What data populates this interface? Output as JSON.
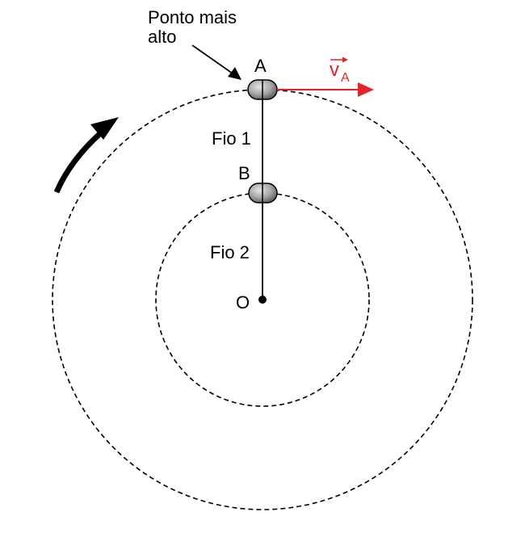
{
  "labels": {
    "top_point_line1": "Ponto mais",
    "top_point_line2": "alto",
    "point_a": "A",
    "point_b": "B",
    "point_o": "O",
    "wire_1": "Fio 1",
    "wire_2": "Fio 2",
    "velocity_symbol": "v",
    "velocity_subscript": "A"
  },
  "colors": {
    "velocity": "#e8202a",
    "ink": "#000000",
    "mass_fill": "#9a9a9a"
  },
  "icons": {
    "rotation": "curved-arrow-icon"
  }
}
